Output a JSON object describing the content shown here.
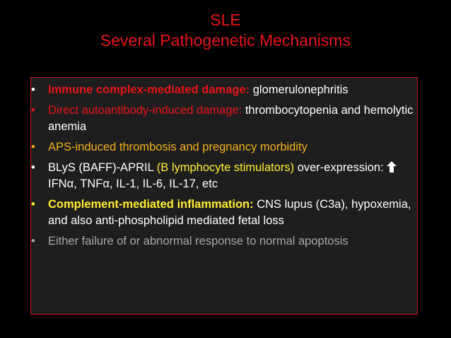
{
  "title": {
    "line1": "SLE",
    "line2": "Several Pathogenetic Mechanisms"
  },
  "bullet_char": "•",
  "bullets": [
    {
      "lead": "Immune complex-mediated damage:",
      "rest": " glomerulonephritis"
    },
    {
      "lead": "Direct autoantibody-induced damage:",
      "rest": " thrombocytopenia and hemolytic anemia"
    },
    {
      "text": "APS-induced thrombosis and pregnancy morbidity"
    },
    {
      "part1": "BLyS (BAFF)-APRIL ",
      "part2": "(B lymphocyte stimulators)",
      "part3": " over-expression: ",
      "part4": "IFNα, TNFα, IL-1, IL-6, IL-17, etc"
    },
    {
      "lead": "Complement-mediated inflammation:",
      "rest": " CNS lupus (C3a), hypoxemia, and also anti-phospholipid mediated fetal loss"
    },
    {
      "text": "Either failure of or abnormal response to normal apoptosis"
    }
  ],
  "colors": {
    "background": "#000000",
    "title": "#e8141b",
    "box": "#1e1e1e",
    "box_border": "#c0141b",
    "red": "#e8141b",
    "gold": "#f2b21a",
    "yellow": "#ffee33",
    "gray": "#a8a8a8"
  },
  "icons": {
    "increase": "arrow-up-icon"
  }
}
